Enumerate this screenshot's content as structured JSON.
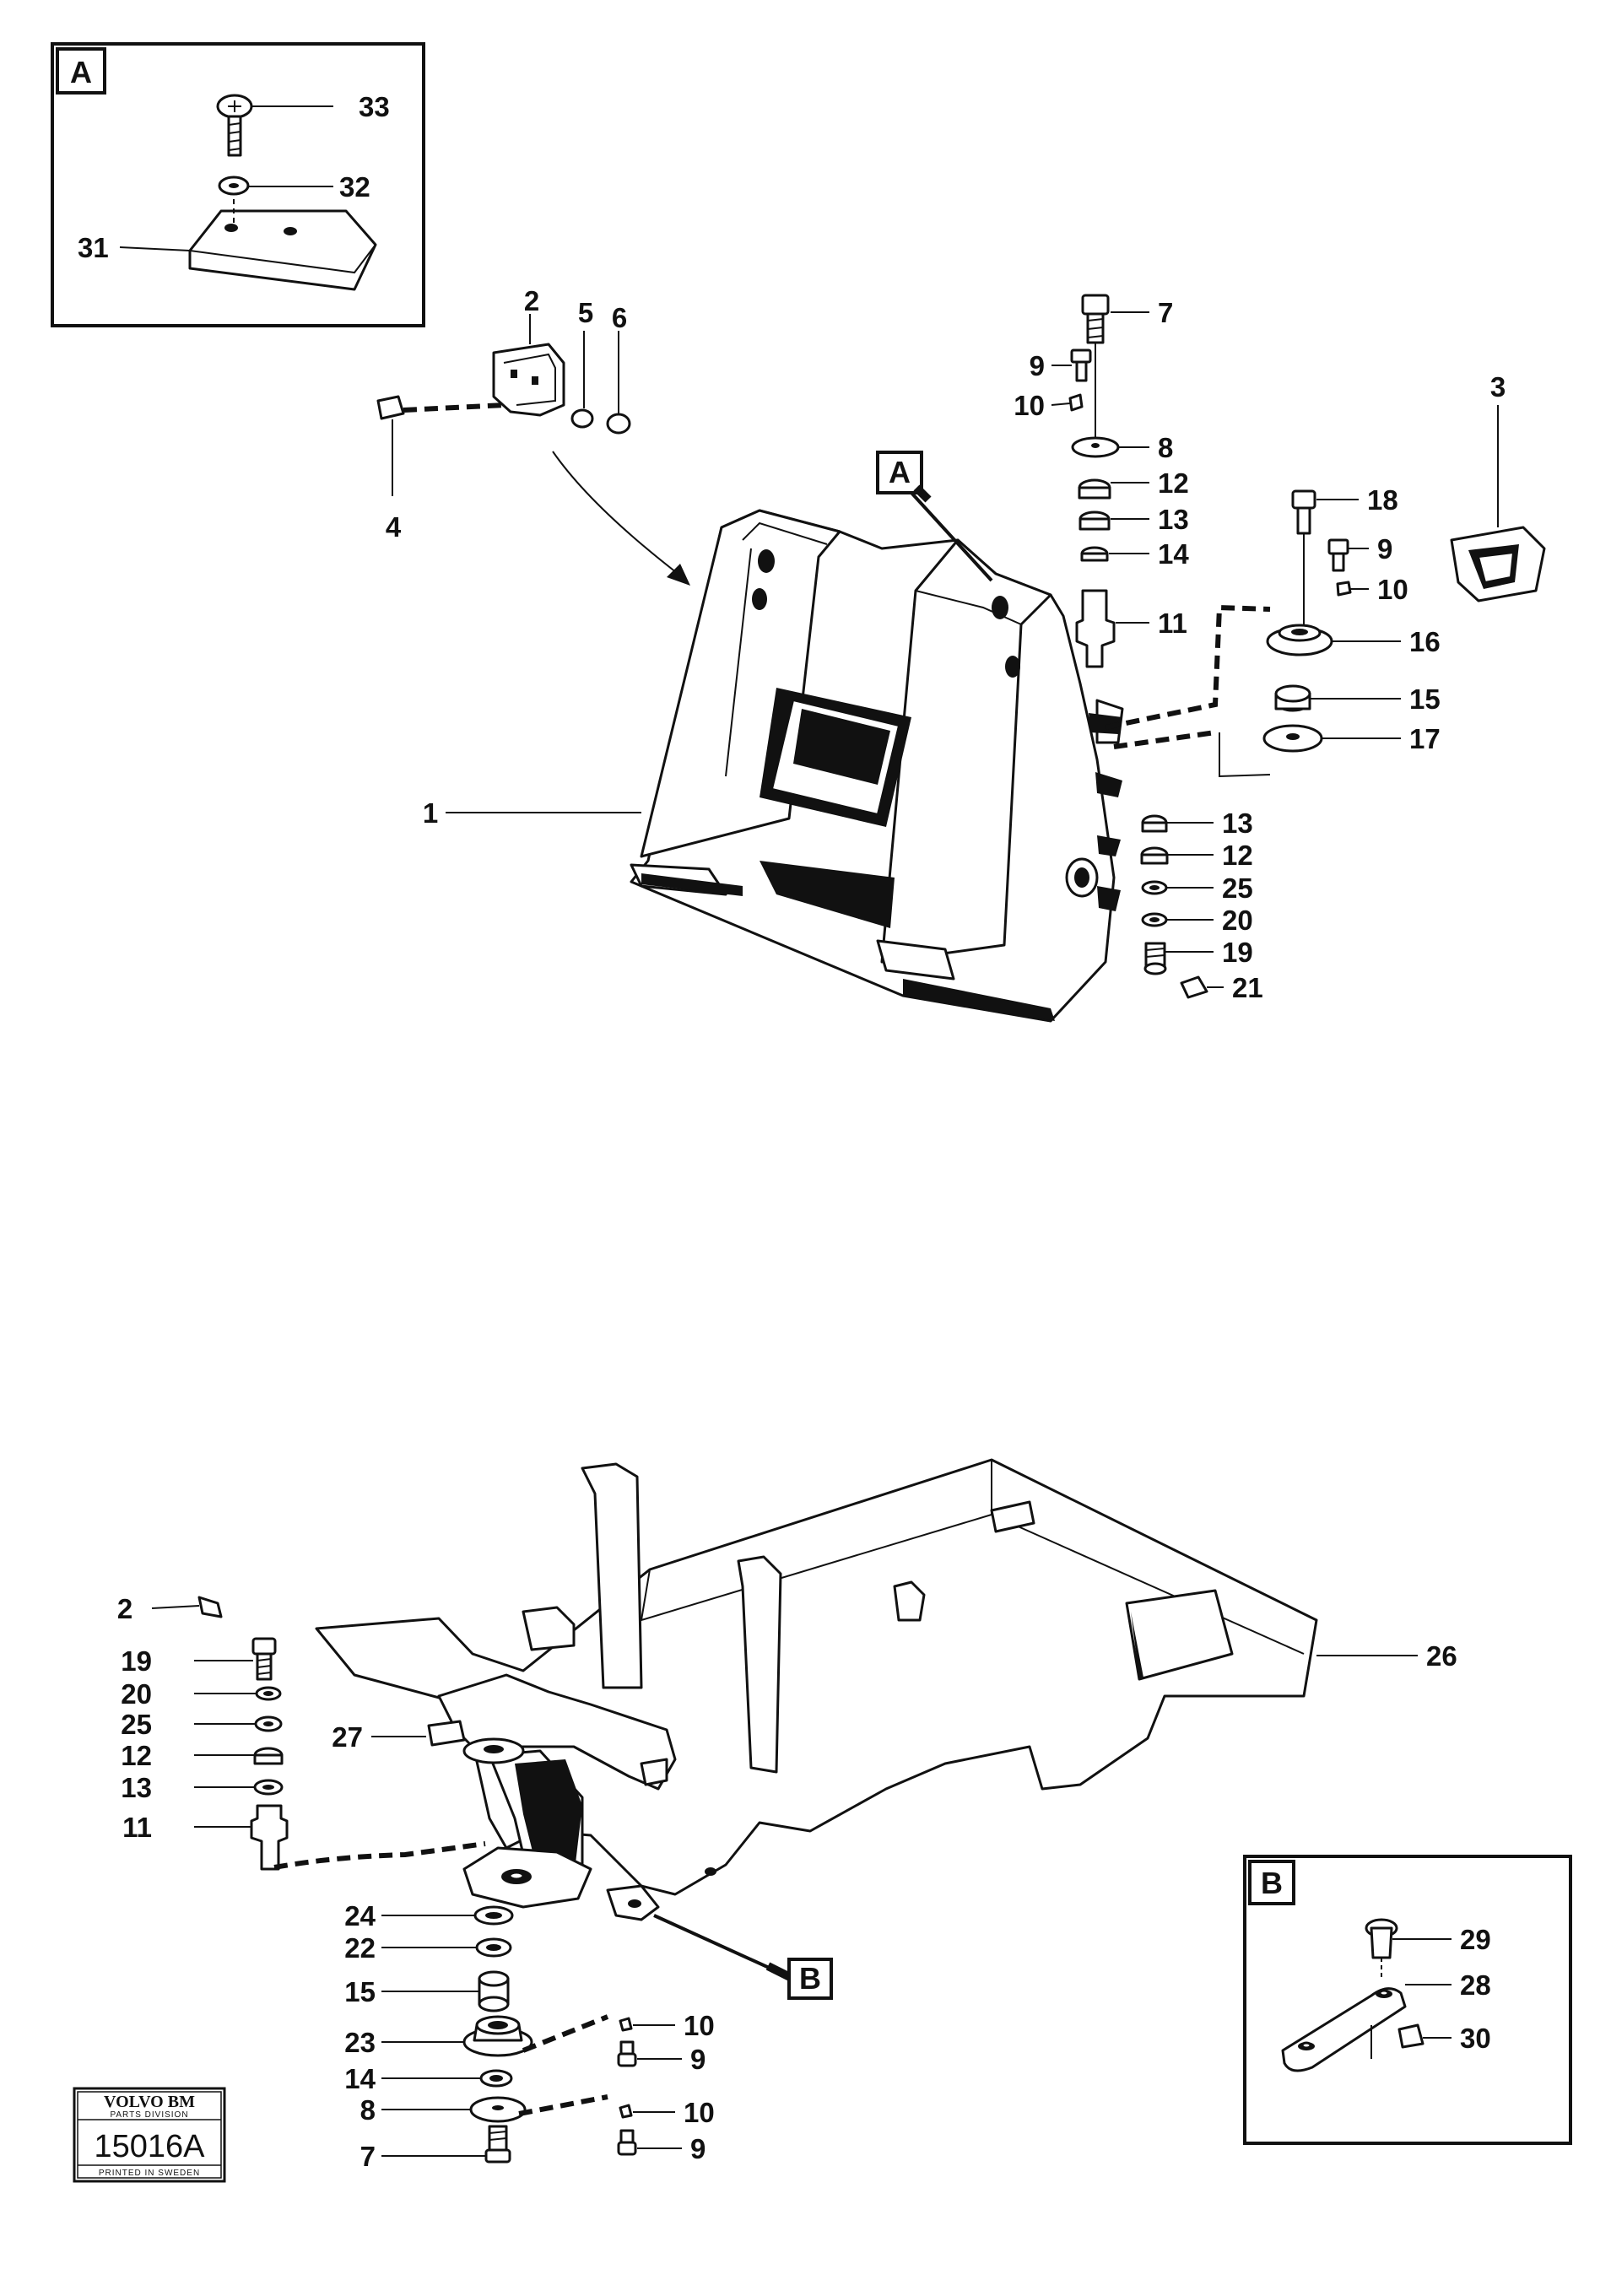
{
  "callouts": {
    "c33": "33",
    "c32": "32",
    "c31": "31",
    "c2": "2",
    "c5": "5",
    "c6": "6",
    "c4": "4",
    "c7": "7",
    "c9a": "9",
    "c10a": "10",
    "c8": "8",
    "c12a": "12",
    "c13a": "13",
    "c14a": "14",
    "c11a": "11",
    "c3": "3",
    "c18": "18",
    "c9b": "9",
    "c10b": "10",
    "c16": "16",
    "c15a": "15",
    "c17": "17",
    "c1": "1",
    "c13b": "13",
    "c12b": "12",
    "c25a": "25",
    "c20a": "20",
    "c19a": "19",
    "c21": "21",
    "c2b": "2",
    "c19b": "19",
    "c20b": "20",
    "c25b": "25",
    "c12c": "12",
    "c13c": "13",
    "c11b": "11",
    "c27": "27",
    "c26": "26",
    "c24": "24",
    "c22": "22",
    "c15b": "15",
    "c23": "23",
    "c14b": "14",
    "c8b": "8",
    "c7b": "7",
    "c10c": "10",
    "c9c": "9",
    "c10d": "10",
    "c9d": "9",
    "c29": "29",
    "c28": "28",
    "c30": "30"
  },
  "detail_tags": {
    "a_box": "A",
    "a_pointer": "A",
    "b_box": "B",
    "b_pointer": "B"
  },
  "logo": {
    "brand": "VOLVO BM",
    "division": "PARTS DIVISION",
    "code": "15016A",
    "printed": "PRINTED IN SWEDEN"
  }
}
